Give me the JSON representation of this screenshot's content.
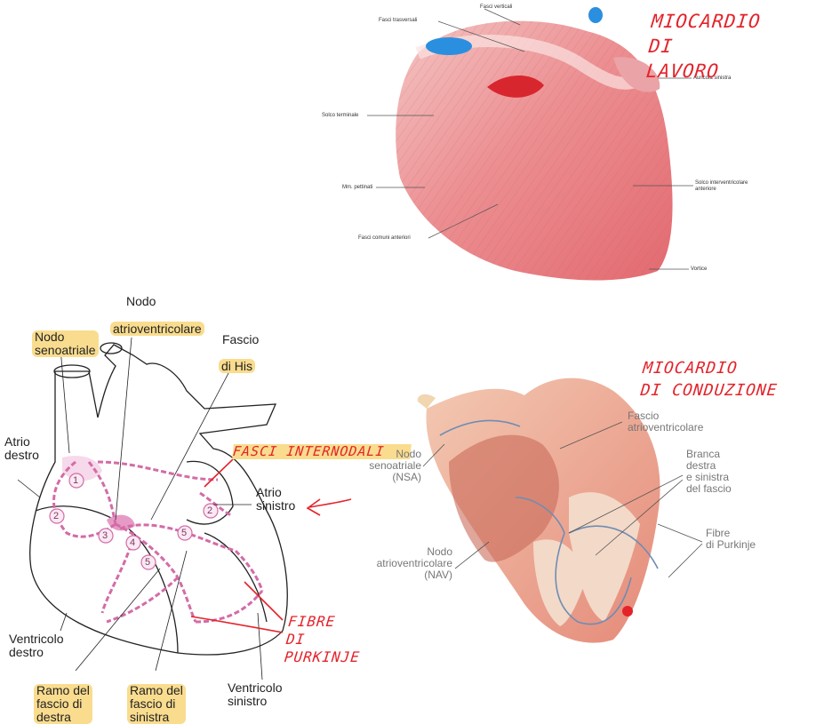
{
  "top_heart": {
    "labels": {
      "fasci_verticali": "Fasci verticali",
      "fasci_trasversali": "Fasci trasversali",
      "auricola_sinistra": "Auricola sinistra",
      "solco_terminale": "Solco terminale",
      "mm_pettinati": "Mm. pettinati",
      "solco_interventricolare": "Solco interventricolare\nanteriore",
      "fasci_comuni_anteriori": "Fasci comuni anteriori",
      "vortice": "Vortice"
    },
    "annotation": "MIOCARDIO\nDI\nLAVORO"
  },
  "left_diagram": {
    "labels": {
      "nodo_senoatriale": "Nodo\nsenoatriale",
      "nodo_atrioventricolare_top": "Nodo",
      "nodo_atrioventricolare_bottom": "atrioventricolare",
      "fascio_his_top": "Fascio",
      "fascio_his_bottom": "di His",
      "atrio_destro": "Atrio\ndestro",
      "atrio_sinistro": "Atrio\nsinistro",
      "ventricolo_destro": "Ventricolo\ndestro",
      "ramo_destra": "Ramo del\nfascio di\ndestra",
      "ramo_sinistra": "Ramo del\nfascio di\nsinistra",
      "ventricolo_sinistro": "Ventricolo\nsinistro"
    },
    "numbers": [
      "1",
      "2",
      "3",
      "4",
      "5",
      "5",
      "2"
    ],
    "annotations": {
      "fasci_internodali": "FASCI INTERNODALI",
      "fibre_purkinje": "FIBRE\nDI\nPURKINJE"
    }
  },
  "right_diagram": {
    "labels": {
      "fascio_atrioventricolare": "Fascio\natrioventricolare",
      "nodo_senoatriale": "Nodo\nsenoatriale\n(NSA)",
      "branca": "Branca\ndestra\ne sinistra\ndel fascio",
      "fibre_purkinje": "Fibre\ndi Purkinje",
      "nodo_atrioventricolare": "Nodo\natrioventricolare\n(NAV)"
    },
    "annotation": "MIOCARDIO\nDI CONDUZIONE"
  },
  "colors": {
    "ink": "#e3232a",
    "highlight": "#f9dc8e",
    "conduction": "#d46ba7"
  }
}
